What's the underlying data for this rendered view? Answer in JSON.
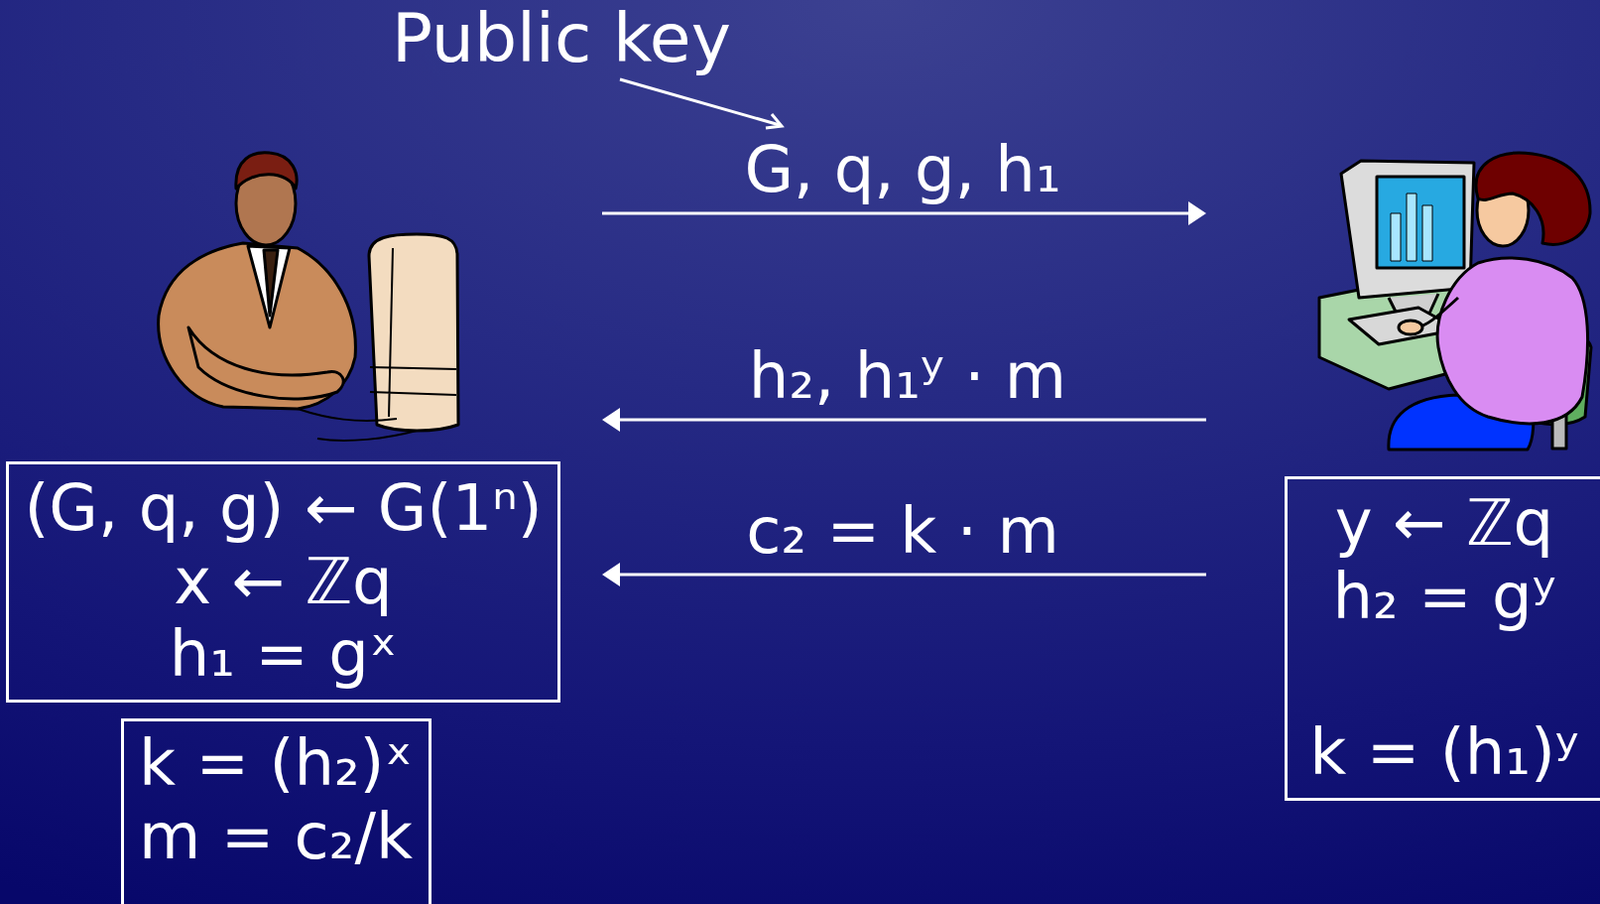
{
  "diagram": {
    "nodes": [
      {
        "text": [
          "(G, q, g) ← G(1ⁿ)",
          "x ← ℤq",
          "h₁ = gˣ"
        ]
      },
      {
        "text": [
          "k = (h₂)ˣ",
          "m = c₂/k"
        ]
      },
      {
        "text": [
          "y ← ℤq",
          "h₂ = gʸ",
          "k = (h₁)ʸ"
        ]
      }
    ],
    "labels": [
      "Public key",
      "G, q, g, h₁",
      "h₂, h₁ʸ · m",
      "c₂ = k · m"
    ]
  }
}
